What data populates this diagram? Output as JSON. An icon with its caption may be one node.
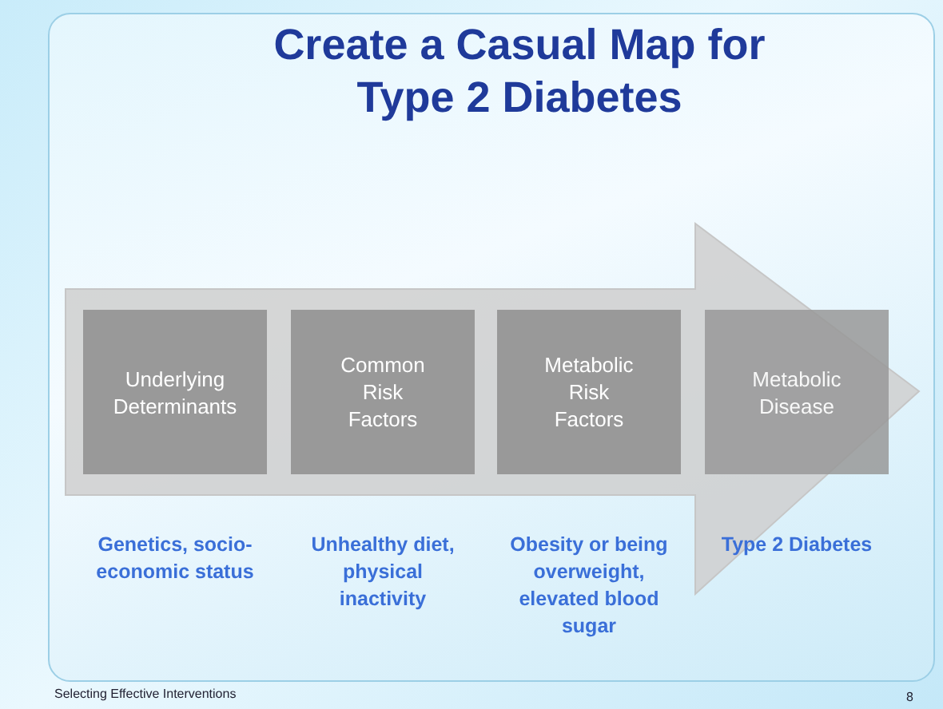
{
  "diagram": {
    "title": "Create a Casual Map for Type 2 Diabetes",
    "nodes": [
      {
        "text": [
          "Underlying Determinants"
        ],
        "beside": [
          "Genetics, socio-economic status"
        ]
      },
      {
        "text": [
          "Common Risk Factors"
        ],
        "beside": [
          "Unhealthy diet, physical inactivity"
        ]
      },
      {
        "text": [
          "Metabolic Risk Factors"
        ],
        "beside": [
          "Obesity or being overweight, elevated blood sugar"
        ]
      },
      {
        "text": [
          "Metabolic Disease"
        ],
        "beside": [
          "Type 2 Diabetes"
        ]
      }
    ],
    "edges": [
      {
        "from": 0,
        "to": 3,
        "arrow": "to"
      }
    ],
    "labels": [
      "Selecting Effective Interventions",
      "8"
    ]
  }
}
